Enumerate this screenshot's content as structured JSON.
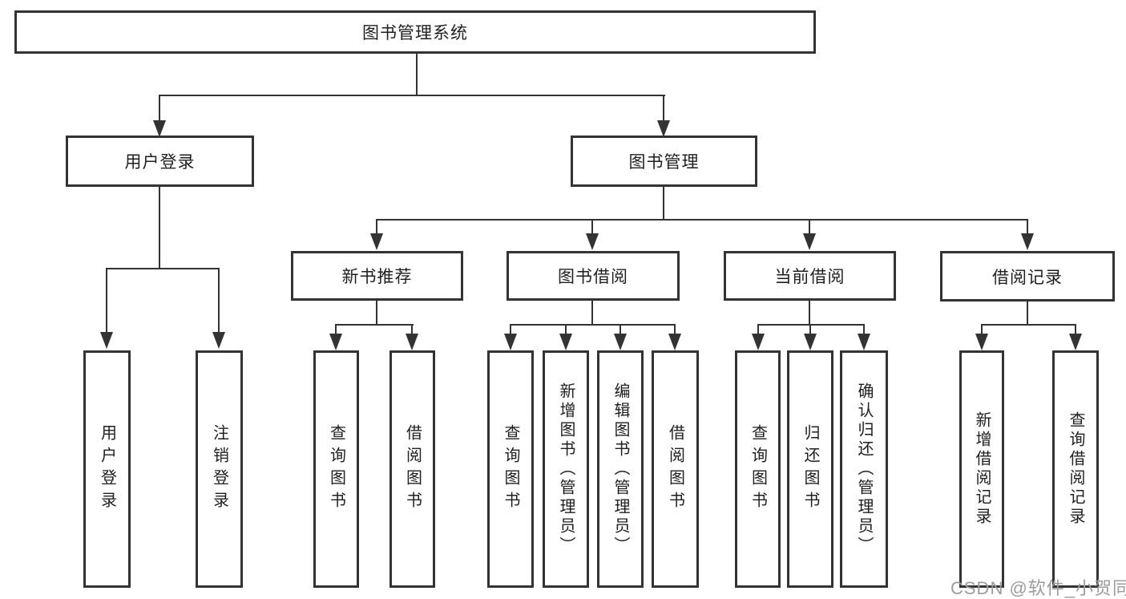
{
  "diagram": {
    "tree": {
      "root": "图书管理系统",
      "branches": [
        {
          "label": "用户登录",
          "children": [
            {
              "label": "用户登录"
            },
            {
              "label": "注销登录"
            }
          ]
        },
        {
          "label": "图书管理",
          "children": [
            {
              "label": "新书推荐",
              "children": [
                {
                  "label": "查询图书"
                },
                {
                  "label": "借阅图书"
                }
              ]
            },
            {
              "label": "图书借阅",
              "children": [
                {
                  "label": "查询图书"
                },
                {
                  "label": "新增图书（管理员）"
                },
                {
                  "label": "编辑图书（管理员）"
                },
                {
                  "label": "借阅图书"
                }
              ]
            },
            {
              "label": "当前借阅",
              "children": [
                {
                  "label": "查询图书"
                },
                {
                  "label": "归还图书"
                },
                {
                  "label": "确认归还（管理员）"
                }
              ]
            },
            {
              "label": "借阅记录",
              "children": [
                {
                  "label": "新增借阅记录"
                },
                {
                  "label": "查询借阅记录"
                }
              ]
            }
          ]
        }
      ]
    },
    "colors": {
      "line": "#333333",
      "text": "#1f1f1f",
      "watermark": "#9c9c9c",
      "background": "#ffffff"
    }
  },
  "watermark": {
    "text": "CSDN @软件_小贺同学"
  }
}
